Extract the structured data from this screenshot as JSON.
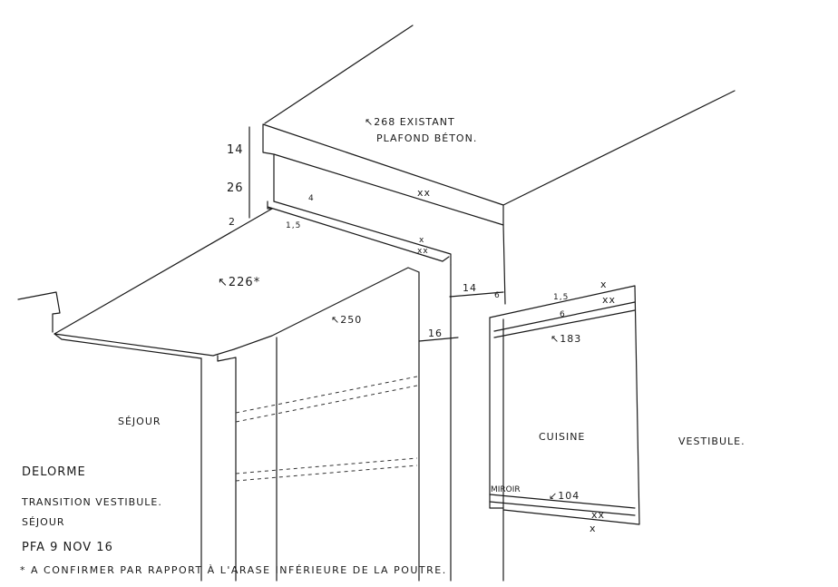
{
  "annotations": {
    "ceiling": "↖268 EXISTANT",
    "ceiling_material": "PLAFOND BÉTON.",
    "beam_height_upper": "14",
    "beam_height_lower": "26",
    "reveal": "2",
    "reveal_width": "4",
    "reveal_depth": "1,5",
    "beam_marks": "xx",
    "beam_end_mark": "x",
    "beam_end_marks": "xx",
    "ceiling_226": "↖226*",
    "ceiling_250": "↖250",
    "dim_14": "14",
    "dim_6": "6",
    "dim_16": "16",
    "panel_dim_15": "1,5",
    "panel_dim_6": "6",
    "panel_183": "↖183",
    "panel_mark_top": "x",
    "panel_marks_top": "xx",
    "mirror": "MIROIR",
    "panel_104": "↙104",
    "panel_marks_bottom": "xx",
    "panel_mark_bottom": "x"
  },
  "rooms": {
    "sejour": "SÉJOUR",
    "cuisine": "CUISINE",
    "vestibule": "VESTIBULE."
  },
  "title_block": {
    "client": "DELORME",
    "subject": "TRANSITION VESTIBULE.",
    "subject2": "SÉJOUR",
    "author_date": "PFA 9 NOV 16",
    "note": "* A CONFIRMER PAR RAPPORT À L'ARASE INFÉRIEURE DE LA POUTRE."
  }
}
